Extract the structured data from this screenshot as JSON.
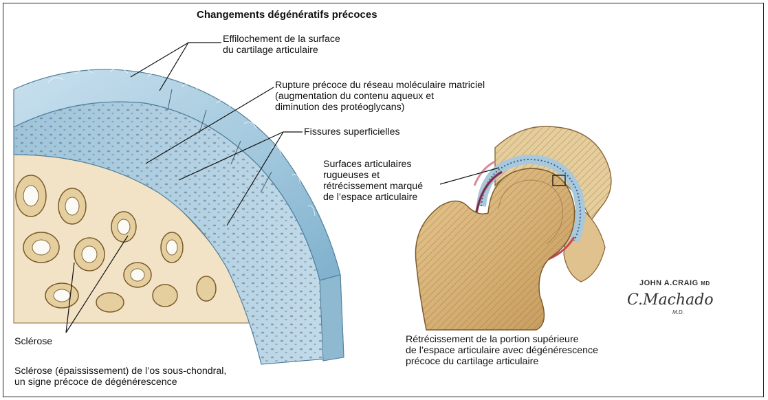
{
  "title": "Changements dégénératifs précoces",
  "labels": {
    "effilochement": [
      "Effilochement de la surface",
      "du cartilage articulaire"
    ],
    "rupture": [
      "Rupture précoce du réseau moléculaire matriciel",
      "(augmentation du contenu aqueux et",
      "diminution des protéoglycans)"
    ],
    "fissures": "Fissures superficielles",
    "surfaces": [
      "Surfaces articulaires",
      "rugueuses et",
      "rétrécissement marqué",
      "de l’espace articulaire"
    ],
    "sclerose_short": "Sclérose",
    "sclerose_long": [
      "Sclérose (épaississement) de l’os sous-chondral,",
      "un signe précoce de dégénérescence"
    ],
    "retrecissement": [
      "Rétrécissement de la portion supérieure",
      "de l’espace articulaire avec dégénérescence",
      "précoce du cartilage articulaire"
    ]
  },
  "signature": {
    "artist1": "JOHN A.CRAIG",
    "artist1_suffix": "MD",
    "artist2": "C.Machado",
    "artist2_suffix": "M.D."
  },
  "colors": {
    "cartilage": "#a9cde0",
    "cartilage_dark": "#6f9fbd",
    "bone": "#e9d3a6",
    "bone_shadow": "#8a6a3a",
    "femur": "#d9b57a",
    "leader": "#111111"
  }
}
